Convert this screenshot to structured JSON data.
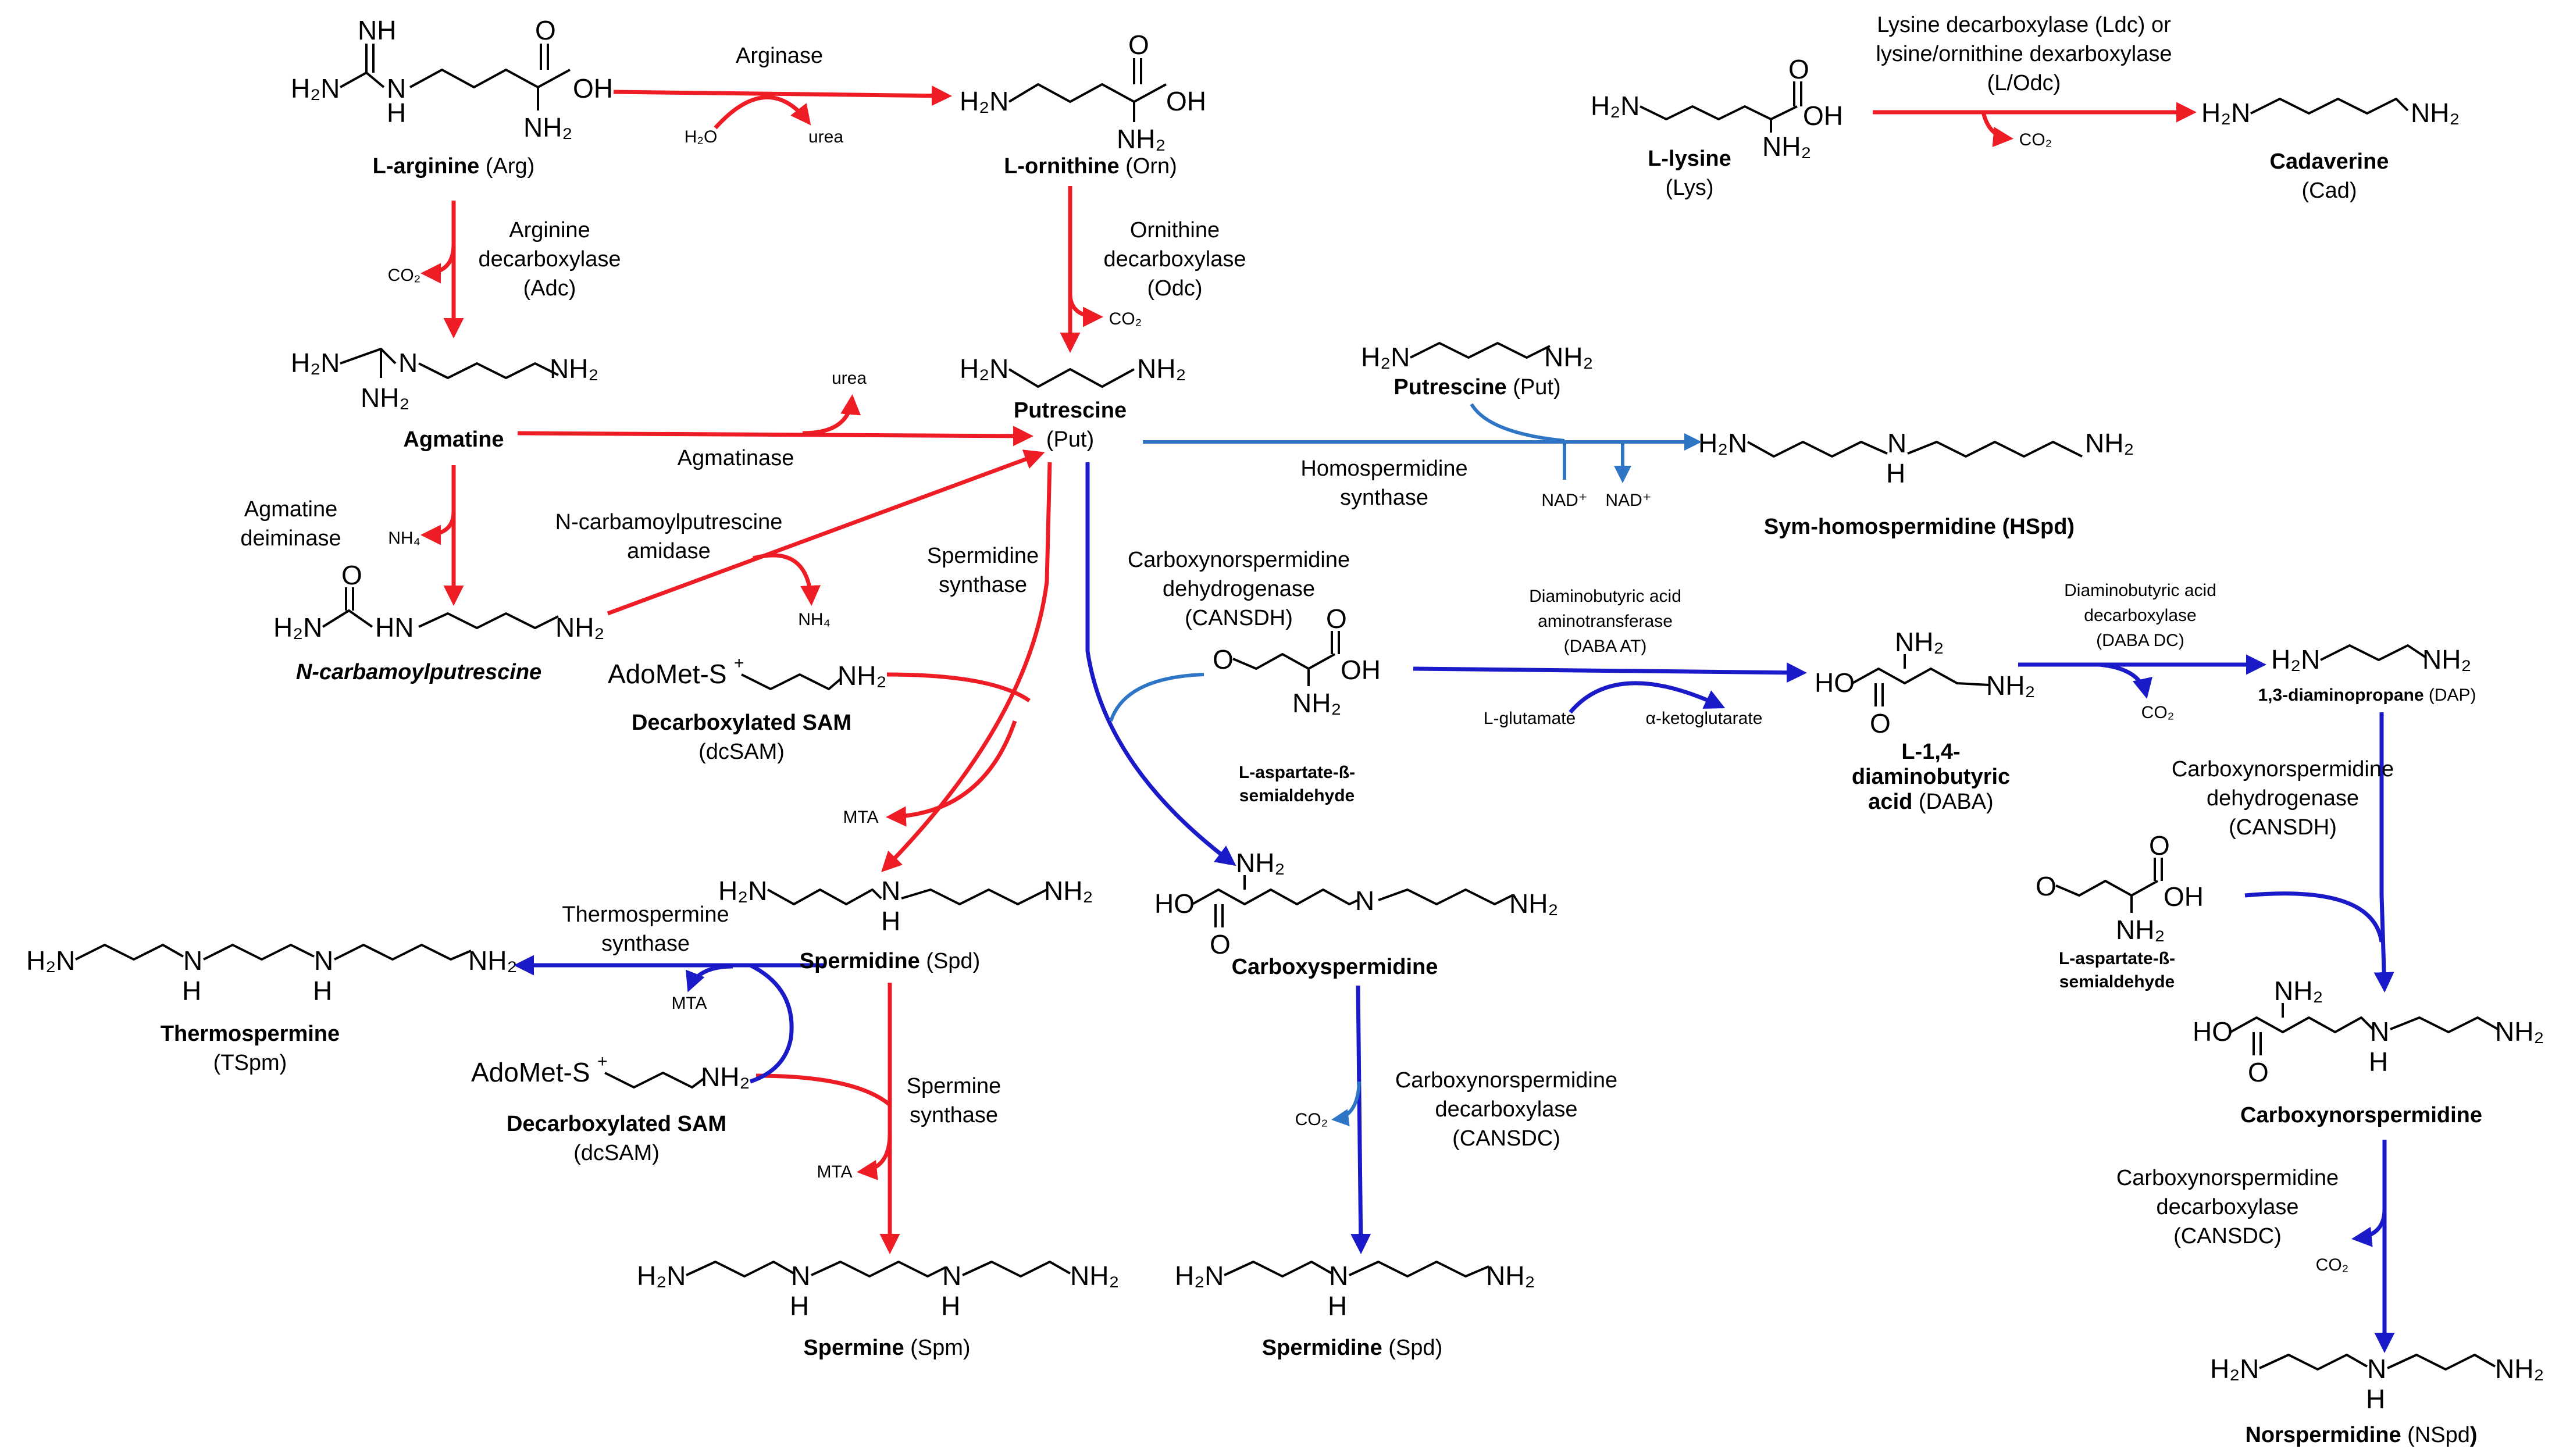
{
  "colors": {
    "pathway_red": "#ee1c24",
    "pathway_blue": "#1a1ac9",
    "pathway_lightblue": "#2e75c6"
  },
  "compounds": {
    "arg": {
      "bold": "L-arginine",
      "rest": "(Arg)"
    },
    "orn": {
      "bold": "L-ornithine",
      "rest": "(Orn)"
    },
    "lys1": {
      "bold": "L-lysine"
    },
    "lys2": {
      "rest": "(Lys)"
    },
    "cad1": {
      "bold": "Cadaverine"
    },
    "cad2": {
      "rest": "(Cad)"
    },
    "agm": {
      "bold": "Agmatine"
    },
    "put1": {
      "bold": "Putrescine"
    },
    "put2": {
      "rest": "(Put)"
    },
    "put_top": {
      "bold": "Putrescine",
      "rest": "(Put)"
    },
    "hspd": {
      "bold": "Sym-homospermidine (HSpd)"
    },
    "ncp": {
      "bold": "N-carbamoylputrescine"
    },
    "dcsam1": {
      "bold": "Decarboxylated  SAM"
    },
    "dcsam1b": {
      "rest": "(dcSAM)"
    },
    "aspsa1": {
      "bold": "L-aspartate-ß-"
    },
    "aspsa1b": {
      "bold": "semialdehyde"
    },
    "daba1": {
      "bold": "L-1,4-"
    },
    "daba2": {
      "bold": "diaminobutyric"
    },
    "daba3": {
      "bold": "acid",
      "rest": "(DABA)"
    },
    "dap": {
      "bold": "1,3-diaminopropane",
      "rest": "(DAP)"
    },
    "spd": {
      "bold": "Spermidine",
      "rest": "(Spd)"
    },
    "cspd": {
      "bold": "Carboxyspermidine"
    },
    "tspm1": {
      "bold": "Thermospermine"
    },
    "tspm2": {
      "rest": "(TSpm)"
    },
    "dcsam2": {
      "bold": "Decarboxylated  SAM"
    },
    "dcsam2b": {
      "rest": "(dcSAM)"
    },
    "aspsa2": {
      "bold": "L-aspartate-ß-"
    },
    "aspsa2b": {
      "bold": "semialdehyde"
    },
    "cnspd": {
      "bold": "Carboxynorspermidine"
    },
    "spm": {
      "bold": "Spermine",
      "rest": "(Spm)"
    },
    "spd2": {
      "bold": "Spermidine",
      "rest": "(Spd)"
    },
    "nspd": {
      "bold": "Norspermidine",
      "rest": "(NSpd",
      "tail": ")"
    }
  },
  "enzymes": {
    "arginase": "Arginase",
    "adc": [
      "Arginine",
      "decarboxylase",
      "(Adc)"
    ],
    "odc": [
      "Ornithine",
      "decarboxylase",
      "(Odc)"
    ],
    "ldc": [
      "Lysine decarboxylase (Ldc) or",
      "lysine/ornithine dexarboxylase",
      "(L/Odc)"
    ],
    "agmatinase": "Agmatinase",
    "hss": [
      "Homospermidine",
      "synthase"
    ],
    "agdi": [
      "Agmatine",
      "deiminase"
    ],
    "ncpah": [
      "N-carbamoylputrescine",
      "amidase"
    ],
    "spds": [
      "Spermidine",
      "synthase"
    ],
    "cansdh1": [
      "Carboxynorspermidine",
      "dehydrogenase",
      "(CANSDH)"
    ],
    "dabaat": [
      "Diaminobutyric acid",
      "aminotransferase",
      "(DABA AT)"
    ],
    "dabadc": [
      "Diaminobutyric acid",
      "decarboxylase",
      "(DABA DC)"
    ],
    "cansdh2": [
      "Carboxynorspermidine",
      "dehydrogenase",
      "(CANSDH)"
    ],
    "tspms": [
      "Thermospermine",
      "synthase"
    ],
    "spms": [
      "Spermine",
      "synthase"
    ],
    "cansdc1": [
      "Carboxynorspermidine",
      "decarboxylase",
      "(CANSDC)"
    ],
    "cansdc2": [
      "Carboxynorspermidine",
      "decarboxylase",
      "(CANSDC)"
    ]
  },
  "cofactors": {
    "h2o": "H₂O",
    "urea1": "urea",
    "co2_adc": "CO₂",
    "co2_odc": "CO₂",
    "co2_ldc": "CO₂",
    "urea2": "urea",
    "nh4_agdi": "NH₄",
    "nh4_ncp": "NH₄",
    "nad1": "NAD⁺",
    "nad2": "NAD⁺",
    "lglu": "L-glutamate",
    "akg": "α-ketoglutarate",
    "co2_dabadc": "CO₂",
    "mta1": "MTA",
    "mta2": "MTA",
    "mta3": "MTA",
    "co2_cansdc1": "CO₂",
    "co2_cansdc2": "CO₂"
  },
  "atoms": {
    "h2n": "H₂N",
    "nh2": "NH₂",
    "nh": "NH",
    "h2n_eq": "H₂N",
    "hn": "HN",
    "n": "N",
    "h": "H",
    "o": "O",
    "oh": "OH",
    "ho": "HO",
    "adomet": "AdoMet-S",
    "splus": "+"
  }
}
